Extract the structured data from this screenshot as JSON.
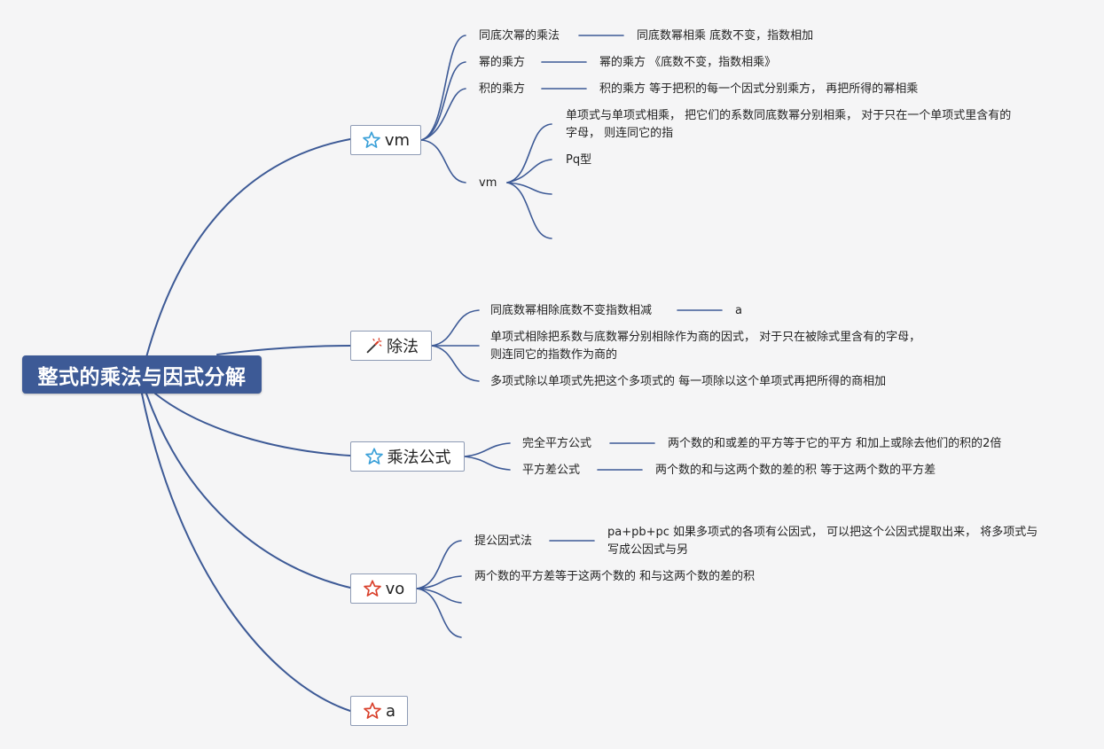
{
  "root": {
    "title": "整式的乘法与因式分解"
  },
  "topics": {
    "mul": {
      "label": "vm",
      "icon": "star-icon"
    },
    "div": {
      "label": "除法",
      "icon": "magic-wand-icon"
    },
    "formula": {
      "label": "乘法公式",
      "icon": "star-icon"
    },
    "vo": {
      "label": "vo",
      "icon": "star-icon"
    },
    "a": {
      "label": "a",
      "icon": "star-icon"
    }
  },
  "mul": {
    "same_base": {
      "label": "同底次幂的乘法",
      "detail": "同底数幂相乘 底数不变，指数相加"
    },
    "power": {
      "label": "幂的乘方",
      "detail": "幂的乘方 《底数不变，指数相乘》"
    },
    "product": {
      "label": "积的乘方",
      "detail": "积的乘方 等于把积的每一个因式分别乘方， 再把所得的幂相乘"
    },
    "vm": {
      "label": "vm",
      "mono": "单项式与单项式相乘， 把它们的系数同底数幂分别相乘， 对于只在一个单项式里含有的字母， 则连同它的指",
      "pq": "Pq型"
    }
  },
  "div": {
    "same_base": {
      "label": "同底数幂相除底数不变指数相减",
      "detail": "a"
    },
    "mono": "单项式相除把系数与底数幂分别相除作为商的因式， 对于只在被除式里含有的字母， 则连同它的指数作为商的",
    "poly": "多项式除以单项式先把这个多项式的 每一项除以这个单项式再把所得的商相加"
  },
  "formula": {
    "square": {
      "label": "完全平方公式",
      "detail": "两个数的和或差的平方等于它的平方 和加上或除去他们的积的2倍"
    },
    "diff": {
      "label": "平方差公式",
      "detail": "两个数的和与这两个数的差的积 等于这两个数的平方差"
    }
  },
  "vo": {
    "common": {
      "label": "提公因式法",
      "detail": "pa+pb+pc 如果多项式的各项有公因式， 可以把这个公因式提取出来， 将多项式与写成公因式与另"
    },
    "diff_sq": "两个数的平方差等于这两个数的 和与这两个数的差的积"
  },
  "colors": {
    "root_fill": "#3d5a96",
    "line": "#3d5a96",
    "star_blue": "#3aa0d8",
    "star_red": "#d9402b",
    "background": "#f5f5f6"
  }
}
